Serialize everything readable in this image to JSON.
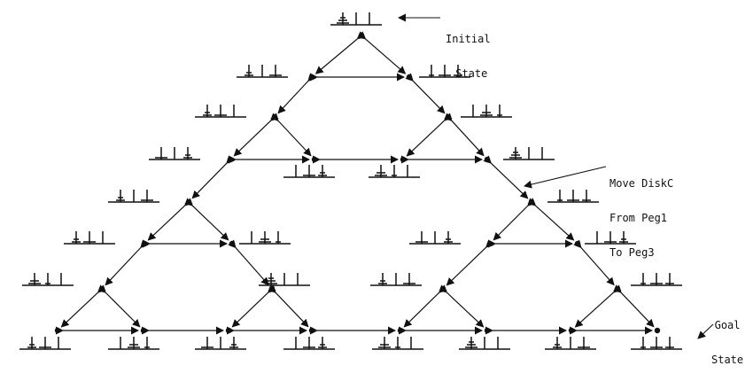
{
  "labels": {
    "initial": [
      "Initial",
      "State"
    ],
    "move": [
      "Move DiskC",
      "From Peg1",
      "To Peg3"
    ],
    "goal": [
      "Goal",
      "State"
    ]
  },
  "colors": {
    "ink": "#111111",
    "background": "#ffffff"
  }
}
